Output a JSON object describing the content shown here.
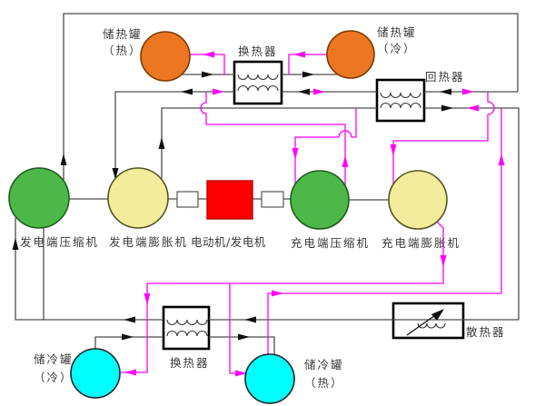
{
  "colors": {
    "hot_tank_fill": "#ED7622",
    "cold_tank_fill": "#00FFFF",
    "compressor_fill": "#4DB848",
    "expander_fill": "#F2EC9B",
    "motor_fill": "#FF0000",
    "pipe_discharge": "#4D4D4D",
    "pipe_charge": "#FF00FF",
    "component_stroke": "#333333"
  },
  "components": {
    "hot_tank_hot": {
      "label_line1": "储热罐",
      "label_line2": "（热）"
    },
    "hot_tank_cold": {
      "label_line1": "储热罐",
      "label_line2": "（冷）"
    },
    "heat_exchanger_top": {
      "label": "换热器"
    },
    "recuperator": {
      "label": "回热器"
    },
    "gen_compressor": {
      "label": "发电端压缩机"
    },
    "gen_expander": {
      "label": "发电端膨胀机"
    },
    "motor_generator": {
      "label": "电动机/发电机"
    },
    "charge_compressor": {
      "label": "充电端压缩机"
    },
    "charge_expander": {
      "label": "充电端膨胀机"
    },
    "heat_exchanger_bottom": {
      "label": "换热器"
    },
    "radiator": {
      "label": "散热器"
    },
    "cold_tank_cold": {
      "label_line1": "储冷罐",
      "label_line2": "（冷）"
    },
    "cold_tank_hot": {
      "label_line1": "储冷罐",
      "label_line2": "（热）"
    }
  }
}
